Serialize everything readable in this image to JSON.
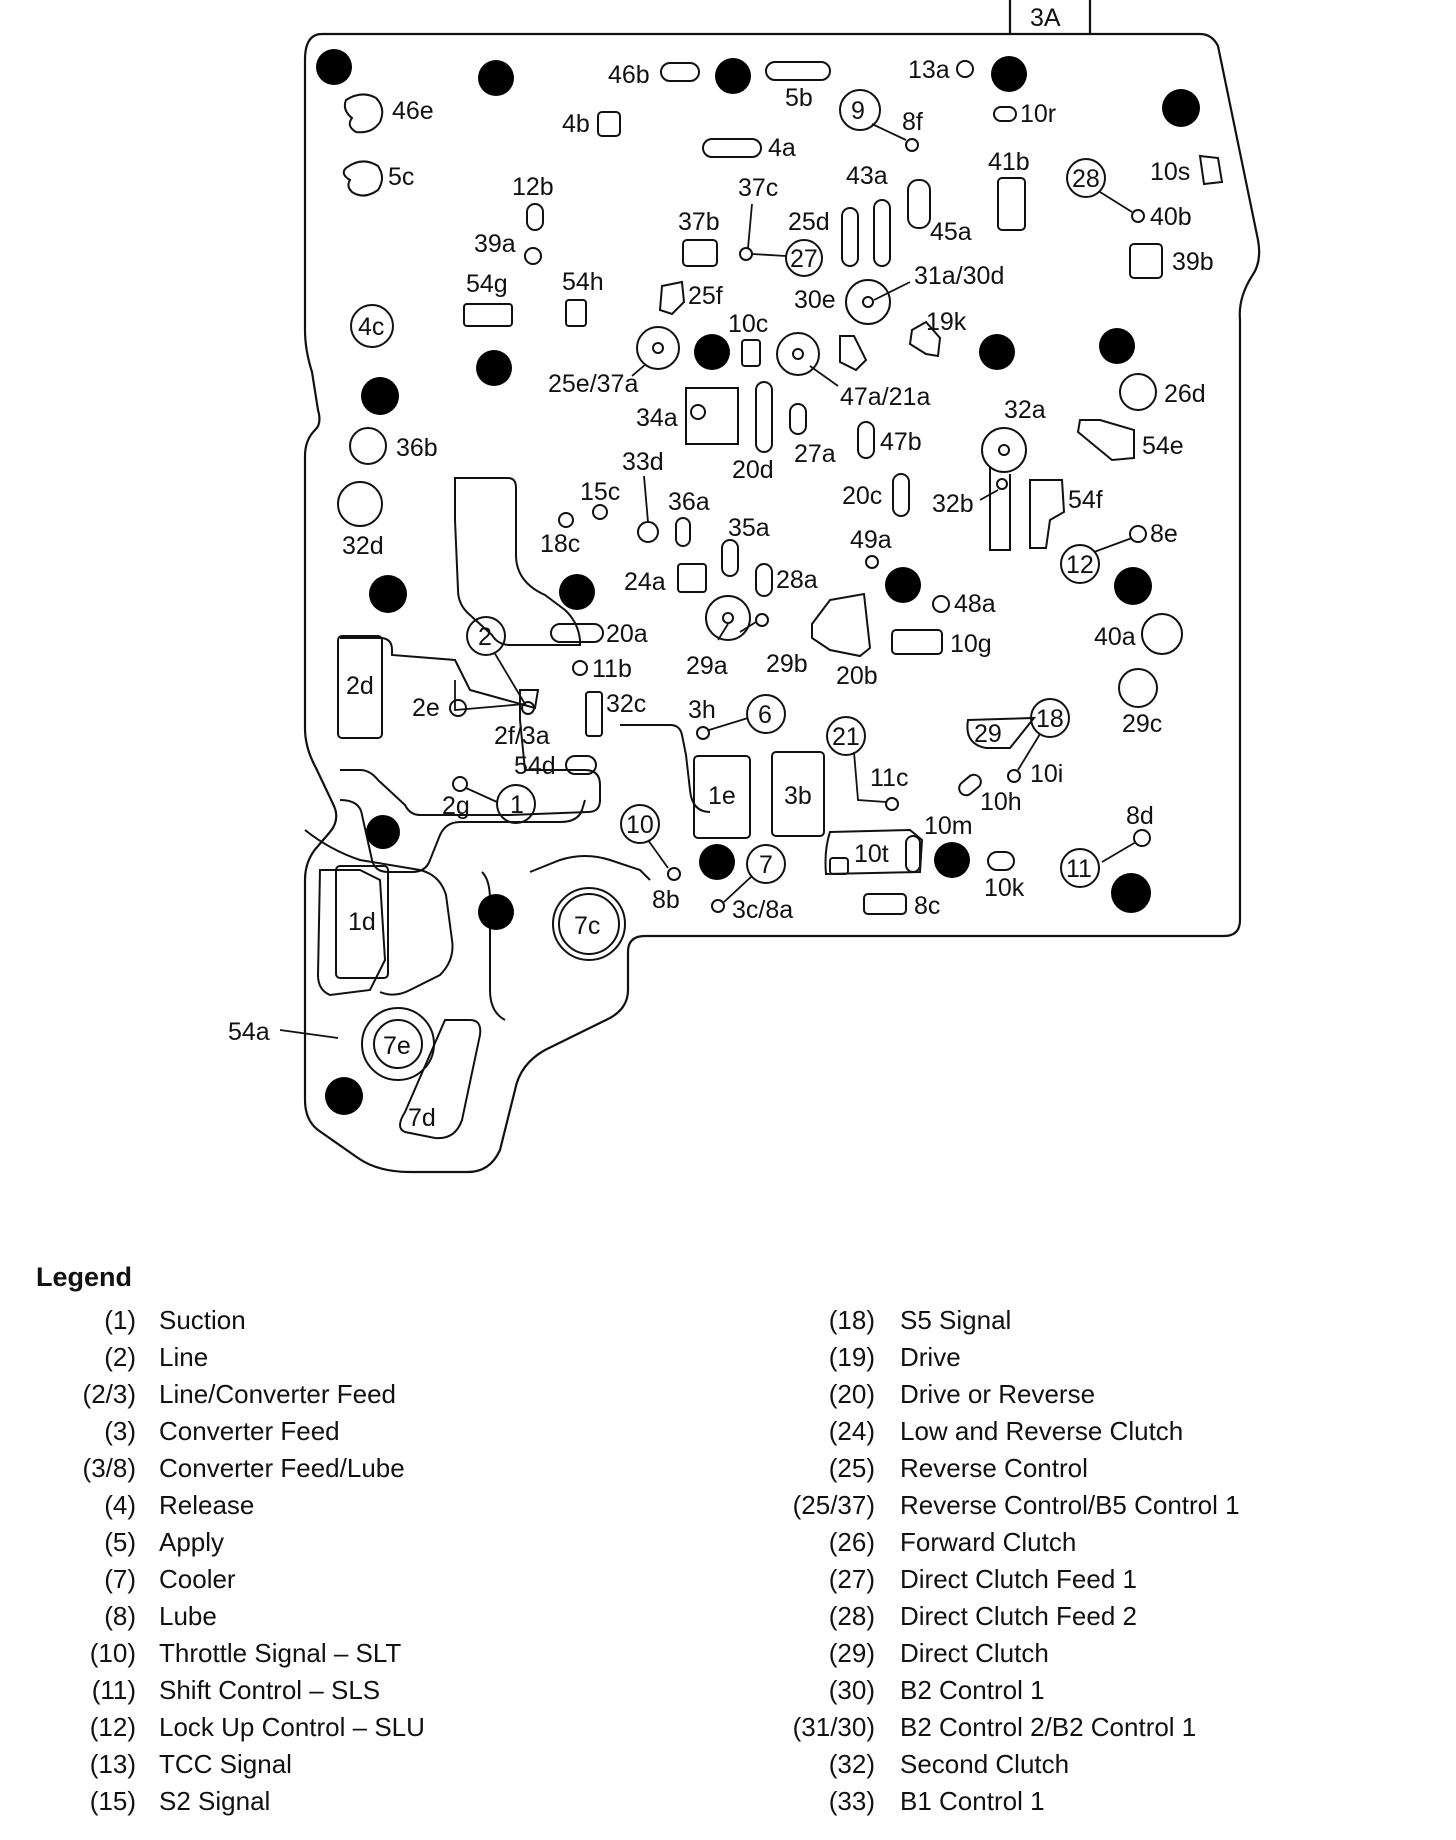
{
  "diagram": {
    "tab_label": "3A",
    "labels": {
      "l46e": "46e",
      "l5c": "5c",
      "l46b": "46b",
      "l5b": "5b",
      "l4b": "4b",
      "l4a": "4a",
      "l13a": "13a",
      "l9": "9",
      "l8f": "8f",
      "l10r": "10r",
      "l41b": "41b",
      "l28": "28",
      "l10s": "10s",
      "l40b": "40b",
      "l12b": "12b",
      "l37c": "37c",
      "l43a": "43a",
      "l37b": "37b",
      "l25d": "25d",
      "l45a": "45a",
      "l39a": "39a",
      "l27": "27",
      "l39b": "39b",
      "l54g": "54g",
      "l54h": "54h",
      "l25f": "25f",
      "l31a30d": "31a/30d",
      "l4c": "4c",
      "l10c": "10c",
      "l30e": "30e",
      "l19k": "19k",
      "l25e37a": "25e/37a",
      "l47a21a": "47a/21a",
      "l26d": "26d",
      "l34a": "34a",
      "l27a": "27a",
      "l47b": "47b",
      "l32a": "32a",
      "l54e": "54e",
      "l36b": "36b",
      "l33d": "33d",
      "l20d": "20d",
      "l15c": "15c",
      "l36a": "36a",
      "l20c": "20c",
      "l32b": "32b",
      "l54f": "54f",
      "l32d": "32d",
      "l18c": "18c",
      "l35a": "35a",
      "l8e": "8e",
      "l12": "12",
      "l49a": "49a",
      "l24a": "24a",
      "l28a": "28a",
      "l48a": "48a",
      "l2": "2",
      "l20a": "20a",
      "l40a": "40a",
      "l10g": "10g",
      "l29a": "29a",
      "l29b": "29b",
      "l20b": "20b",
      "l2d": "2d",
      "l11b": "11b",
      "l29c": "29c",
      "l2e": "2e",
      "l32c": "32c",
      "l3h": "3h",
      "l6": "6",
      "l18": "18",
      "l29": "29",
      "l2f3a": "2f/3a",
      "l21": "21",
      "l10i": "10i",
      "l54d": "54d",
      "l1e": "1e",
      "l3b": "3b",
      "l11c": "11c",
      "l10h": "10h",
      "l2g": "2g",
      "l1": "1",
      "l10": "10",
      "l10m": "10m",
      "l8d": "8d",
      "l10t": "10t",
      "l7": "7",
      "l10k": "10k",
      "l11": "11",
      "l1d": "1d",
      "l8b": "8b",
      "l3c8a": "3c/8a",
      "l8c": "8c",
      "l7c": "7c",
      "l54a": "54a",
      "l7e": "7e",
      "l7d": "7d"
    }
  },
  "legend": {
    "title": "Legend",
    "left": [
      {
        "num": "(1)",
        "desc": "Suction"
      },
      {
        "num": "(2)",
        "desc": "Line"
      },
      {
        "num": "(2/3)",
        "desc": "Line/Converter Feed"
      },
      {
        "num": "(3)",
        "desc": "Converter Feed"
      },
      {
        "num": "(3/8)",
        "desc": "Converter Feed/Lube"
      },
      {
        "num": "(4)",
        "desc": "Release"
      },
      {
        "num": "(5)",
        "desc": "Apply"
      },
      {
        "num": "(7)",
        "desc": "Cooler"
      },
      {
        "num": "(8)",
        "desc": "Lube"
      },
      {
        "num": "(10)",
        "desc": "Throttle Signal – SLT"
      },
      {
        "num": "(11)",
        "desc": "Shift Control – SLS"
      },
      {
        "num": "(12)",
        "desc": "Lock Up Control – SLU"
      },
      {
        "num": "(13)",
        "desc": "TCC Signal"
      },
      {
        "num": "(15)",
        "desc": "S2 Signal"
      }
    ],
    "right": [
      {
        "num": "(18)",
        "desc": "S5 Signal"
      },
      {
        "num": "(19)",
        "desc": "Drive"
      },
      {
        "num": "(20)",
        "desc": "Drive or Reverse"
      },
      {
        "num": "(24)",
        "desc": "Low and Reverse Clutch"
      },
      {
        "num": "(25)",
        "desc": "Reverse Control"
      },
      {
        "num": "(25/37)",
        "desc": "Reverse Control/B5 Control 1"
      },
      {
        "num": "(26)",
        "desc": "Forward Clutch"
      },
      {
        "num": "(27)",
        "desc": "Direct Clutch Feed 1"
      },
      {
        "num": "(28)",
        "desc": "Direct Clutch Feed 2"
      },
      {
        "num": "(29)",
        "desc": "Direct Clutch"
      },
      {
        "num": "(30)",
        "desc": "B2 Control 1"
      },
      {
        "num": "(31/30)",
        "desc": "B2 Control 2/B2 Control 1"
      },
      {
        "num": "(32)",
        "desc": "Second Clutch"
      },
      {
        "num": "(33)",
        "desc": "B1 Control 1"
      }
    ]
  }
}
